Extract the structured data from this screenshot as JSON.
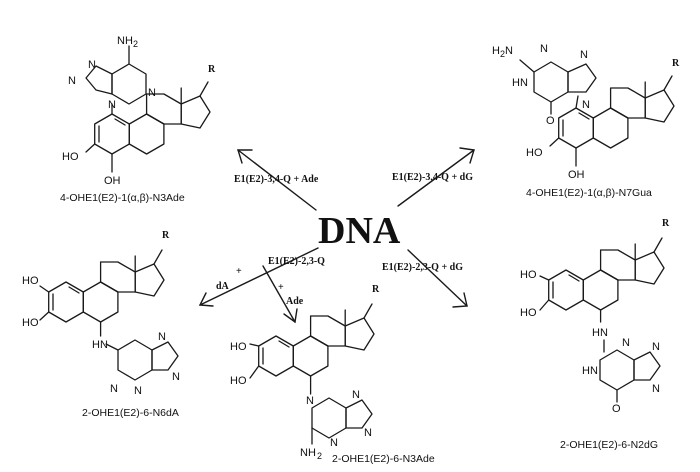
{
  "center": {
    "label": "DNA"
  },
  "reagents": [
    "E1(E2)-3,4-Q + Ade",
    "E1(E2)-3,4-Q + dG",
    "E1(E2)-2,3-Q",
    "dA",
    "+",
    "Ade",
    "E1(E2)-2,3-Q + dG"
  ],
  "captions": [
    "4-OHE1(E2)-1(α,β)-N3Ade",
    "4-OHE1(E2)-1(α,β)-N7Gua",
    "2-OHE1(E2)-6-N6dA",
    "2-OHE1(E2)-6-N3Ade",
    "2-OHE1(E2)-6-N2dG"
  ]
}
